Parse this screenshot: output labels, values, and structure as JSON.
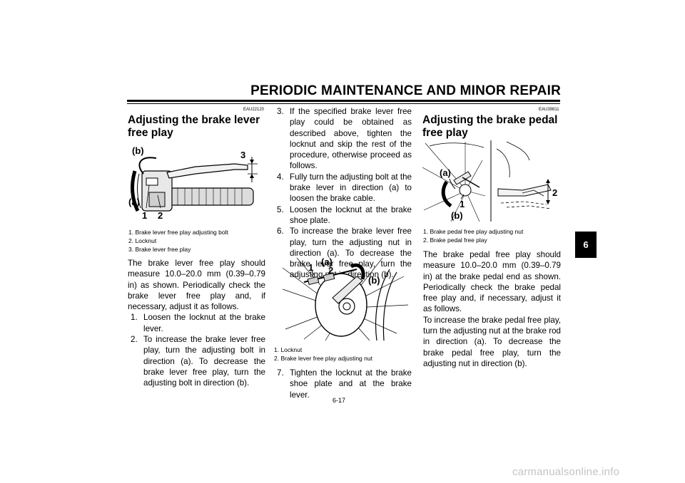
{
  "header": {
    "title": "PERIODIC MAINTENANCE AND MINOR REPAIR"
  },
  "left": {
    "code": "EAU22120",
    "heading": "Adjusting the brake lever free play",
    "figure_labels": {
      "b": "(b)",
      "a": "(a)",
      "n1": "1",
      "n2": "2",
      "n3": "3"
    },
    "captions": [
      "1.  Brake lever free play adjusting bolt",
      "2.  Locknut",
      "3.  Brake lever free play"
    ],
    "intro": "The brake lever free play should measure 10.0–20.0 mm (0.39–0.79 in) as shown. Periodically check the brake lever free play and, if necessary, adjust it as follows.",
    "steps": [
      {
        "num": "1.",
        "text": "Loosen the locknut at the brake lever."
      },
      {
        "num": "2.",
        "text": "To increase the brake lever free play, turn the adjusting bolt in direction (a). To decrease the brake lever free play, turn the adjusting bolt in direction (b)."
      }
    ]
  },
  "middle": {
    "steps_top": [
      {
        "num": "3.",
        "text": "If the specified brake lever free play could be obtained as described above, tighten the locknut and skip the rest of the procedure, otherwise proceed as follows."
      },
      {
        "num": "4.",
        "text": "Fully turn the adjusting bolt at the brake lever in direction (a) to loosen the brake cable."
      },
      {
        "num": "5.",
        "text": "Loosen the locknut at the brake shoe plate."
      },
      {
        "num": "6.",
        "text": "To increase the brake lever free play, turn the adjusting nut in direction (a). To decrease the brake lever free play, turn the adjusting nut in direction (b)."
      }
    ],
    "figure_labels": {
      "a": "(a)",
      "b": "(b)",
      "n1": "1",
      "n2": "2"
    },
    "captions": [
      "1.  Locknut",
      "2.  Brake lever free play adjusting nut"
    ],
    "step7": {
      "num": "7.",
      "text": "Tighten the locknut at the brake shoe plate and at the brake lever."
    }
  },
  "right": {
    "code": "EAU39811",
    "heading": "Adjusting the brake pedal free play",
    "figure_labels": {
      "a": "(a)",
      "b": "(b)",
      "n1": "1",
      "n2": "2"
    },
    "captions": [
      "1.  Brake pedal free play adjusting nut",
      "2.  Brake pedal free play"
    ],
    "para1": "The brake pedal free play should measure 10.0–20.0 mm (0.39–0.79 in) at the brake pedal end as shown. Periodically check the brake pedal free play and, if necessary, adjust it as follows.",
    "para2": "To increase the brake pedal free play, turn the adjusting nut at the brake rod in direction (a). To decrease the brake pedal free play, turn the adjusting nut in direction (b)."
  },
  "page_number": "6-17",
  "chapter_tab": "6",
  "watermark": "carmanualsonline.info"
}
